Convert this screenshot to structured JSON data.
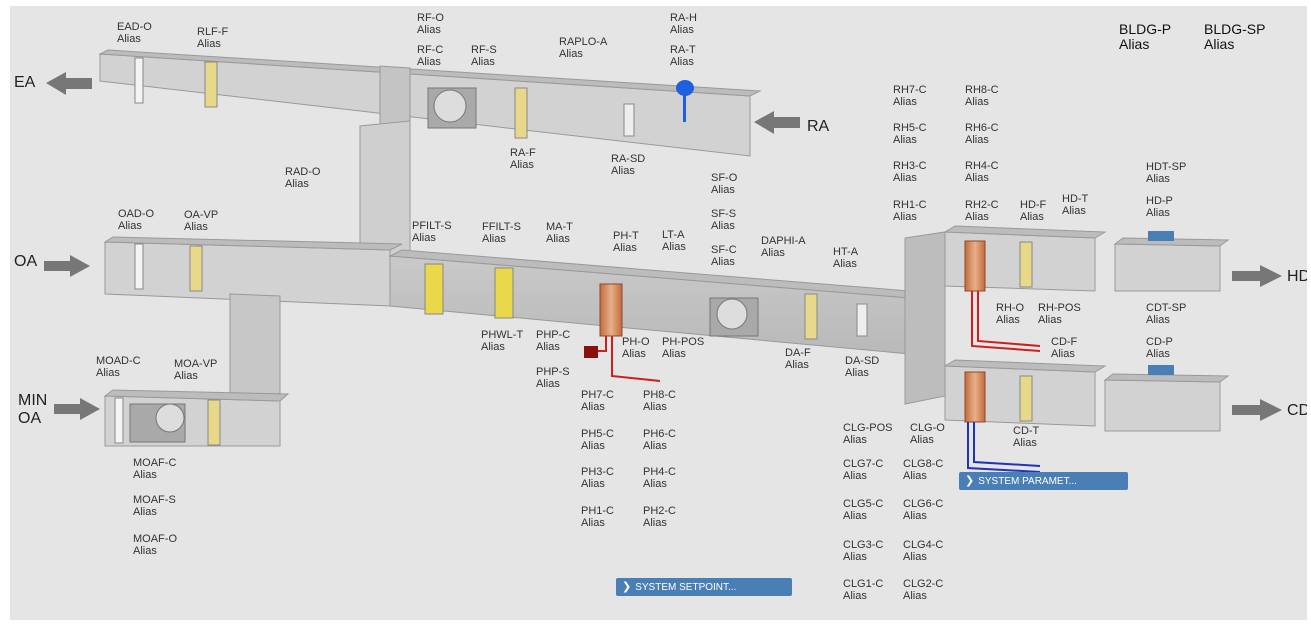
{
  "alias": "Alias",
  "flows": {
    "ea": "EA",
    "ra": "RA",
    "oa": "OA",
    "min_oa": "MIN\nOA",
    "hd": "HD",
    "cd": "CD"
  },
  "buttons": {
    "setpoint": "SYSTEM SETPOINT...",
    "param": "SYSTEM PARAMET..."
  },
  "labels": {
    "ead_o": "EAD-O",
    "rlf_f": "RLF-F",
    "rf_o": "RF-O",
    "rf_c": "RF-C",
    "rf_s": "RF-S",
    "raplo_a": "RAPLO-A",
    "ra_h": "RA-H",
    "ra_t": "RA-T",
    "bldg_p": "BLDG-P",
    "bldg_sp": "BLDG-SP",
    "ra_f": "RA-F",
    "ra_sd": "RA-SD",
    "rad_o": "RAD-O",
    "rh7_c": "RH7-C",
    "rh8_c": "RH8-C",
    "rh5_c": "RH5-C",
    "rh6_c": "RH6-C",
    "rh3_c": "RH3-C",
    "rh4_c": "RH4-C",
    "rh1_c": "RH1-C",
    "rh2_c": "RH2-C",
    "hd_f": "HD-F",
    "hd_t": "HD-T",
    "hdt_sp": "HDT-SP",
    "hd_p": "HD-P",
    "sf_o": "SF-O",
    "sf_s": "SF-S",
    "sf_c": "SF-C",
    "oad_o": "OAD-O",
    "oa_vp": "OA-VP",
    "pfilt_s": "PFILT-S",
    "ffilt_s": "FFILT-S",
    "ma_t": "MA-T",
    "ph_t": "PH-T",
    "lt_a": "LT-A",
    "daphi_a": "DAPHI-A",
    "ht_a": "HT-A",
    "phwl_t": "PHWL-T",
    "php_c": "PHP-C",
    "ph_o": "PH-O",
    "ph_pos": "PH-POS",
    "php_s": "PHP-S",
    "rh_o": "RH-O",
    "rh_pos": "RH-POS",
    "cd_f": "CD-F",
    "cdt_sp": "CDT-SP",
    "cd_p": "CD-P",
    "moad_c": "MOAD-C",
    "moa_vp": "MOA-VP",
    "da_f": "DA-F",
    "da_sd": "DA-SD",
    "ph7_c": "PH7-C",
    "ph8_c": "PH8-C",
    "ph5_c": "PH5-C",
    "ph6_c": "PH6-C",
    "ph3_c": "PH3-C",
    "ph4_c": "PH4-C",
    "ph1_c": "PH1-C",
    "ph2_c": "PH2-C",
    "clg_pos": "CLG-POS",
    "clg_o": "CLG-O",
    "cd_t": "CD-T",
    "clg7_c": "CLG7-C",
    "clg8_c": "CLG8-C",
    "clg5_c": "CLG5-C",
    "clg6_c": "CLG6-C",
    "clg3_c": "CLG3-C",
    "clg4_c": "CLG4-C",
    "clg1_c": "CLG1-C",
    "clg2_c": "CLG2-C",
    "moaf_c": "MOAF-C",
    "moaf_s": "MOAF-S",
    "moaf_o": "MOAF-O"
  },
  "colors": {
    "duct_top": "#b8b8b8",
    "duct_face": "#cfcfcf",
    "hot_water": "#cc1f1f",
    "chilled_water": "#2233bb",
    "button": "#4a7fb6",
    "ra_h_sensor": "#1f5fe0"
  }
}
